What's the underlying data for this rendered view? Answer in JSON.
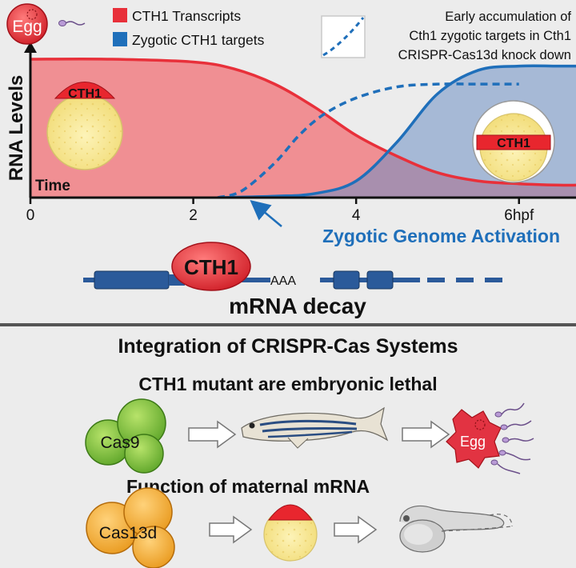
{
  "egg_label": "Egg",
  "legend": {
    "transcripts_label": "CTH1 Transcripts",
    "targets_label": "Zygotic CTH1 targets",
    "transcripts_color": "#e8303a",
    "targets_color": "#1f6fba",
    "knockdown_lines": [
      "Early accumulation of",
      "Cth1 zygotic targets in Cth1",
      "CRISPR-Cas13d knock down"
    ]
  },
  "chart_data": {
    "type": "area",
    "ylabel": "RNA Levels",
    "xlabel": "Time",
    "x_ticks": [
      "0",
      "2",
      "4",
      "6hpf"
    ],
    "xlim": [
      0,
      6.7
    ],
    "ylim": [
      0,
      1
    ],
    "series": [
      {
        "name": "CTH1 Transcripts",
        "color": "#e8303a",
        "x": [
          0,
          1,
          2,
          2.5,
          3,
          3.5,
          4,
          4.5,
          5,
          5.5,
          6,
          6.5,
          6.7
        ],
        "y": [
          1.0,
          1.0,
          0.98,
          0.93,
          0.82,
          0.65,
          0.45,
          0.3,
          0.18,
          0.12,
          0.1,
          0.09,
          0.09
        ]
      },
      {
        "name": "Zygotic CTH1 targets",
        "color": "#1f6fba",
        "x": [
          2.3,
          3,
          3.5,
          4,
          4.5,
          5,
          5.5,
          6,
          6.5,
          6.7
        ],
        "y": [
          0.0,
          0.01,
          0.03,
          0.12,
          0.4,
          0.75,
          0.92,
          0.95,
          0.95,
          0.95
        ]
      },
      {
        "name": "Early accumulation of Cth1 zygotic targets in Cth1 CRISPR-Cas13d knock down",
        "color": "#1f6fba",
        "x": [
          2.3,
          2.6,
          3,
          3.3,
          3.6,
          4,
          4.5,
          5,
          5.5,
          6
        ],
        "y": [
          0.0,
          0.05,
          0.25,
          0.45,
          0.6,
          0.72,
          0.8,
          0.82,
          0.82,
          0.82
        ]
      }
    ]
  },
  "embryo_left_label": "CTH1",
  "embryo_right_label": "CTH1",
  "zga_label": "Zygotic Genome Activation",
  "mrna": {
    "protein_label": "CTH1",
    "polya_label": "AAA",
    "decay_label": "mRNA decay"
  },
  "bottom": {
    "title": "Integration of CRISPR-Cas Systems",
    "lethal_caption": "CTH1 mutant are embryonic lethal",
    "cas9_label": "Cas9",
    "dead_egg_label": "Egg",
    "function_caption": "Function of maternal mRNA",
    "cas13d_label": "Cas13d"
  }
}
